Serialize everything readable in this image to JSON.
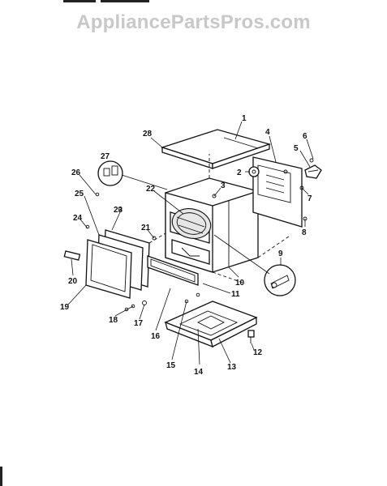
{
  "watermark": "AppliancePartsPros.com",
  "callouts": [
    "1",
    "2",
    "3",
    "4",
    "5",
    "6",
    "7",
    "8",
    "9",
    "10",
    "11",
    "12",
    "13",
    "14",
    "15",
    "16",
    "17",
    "18",
    "19",
    "20",
    "21",
    "22",
    "23",
    "24",
    "25",
    "26",
    "27",
    "28"
  ]
}
